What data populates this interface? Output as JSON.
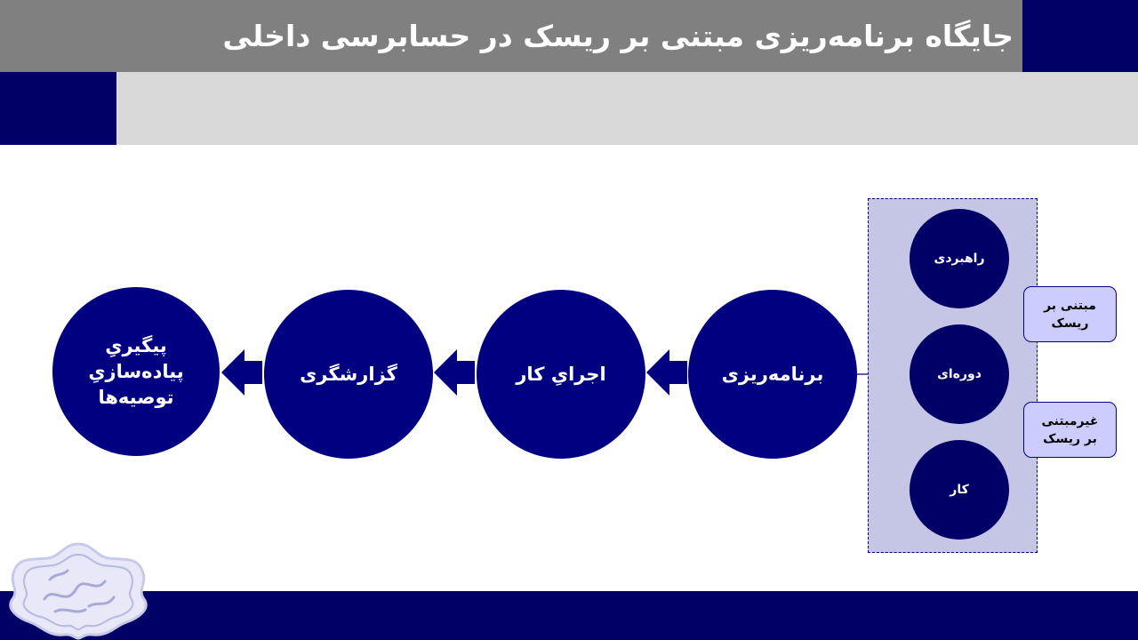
{
  "slide": {
    "title": "جایگاه برنامه‌ریزی مبتنی بر ریسک در حسابرسی داخلی"
  },
  "colors": {
    "title_bar": "#808080",
    "navy": "#000066",
    "circle_fill": "#000080",
    "band_gray": "#d9d9d9",
    "panel_fill": "#c5c6e6",
    "box_fill": "#ccccff"
  },
  "process": {
    "steps": [
      {
        "label": "برنامه‌ریزی"
      },
      {
        "label": "اجرایِ کار"
      },
      {
        "label": "گزارشگری"
      },
      {
        "lines": [
          "پیگیریِ",
          "پیاده‌سازیِ",
          "توصیه‌ها"
        ]
      }
    ]
  },
  "planning_levels": {
    "items": [
      {
        "label": "راهبردی"
      },
      {
        "label": "دوره‌ای"
      },
      {
        "label": "کار"
      }
    ]
  },
  "approaches": {
    "risk_based": "مبتنی بر ریسک",
    "non_risk_based": "غیرمبتنی بر ریسک"
  },
  "logo": {
    "icon": "calligraphy-emblem-icon"
  }
}
